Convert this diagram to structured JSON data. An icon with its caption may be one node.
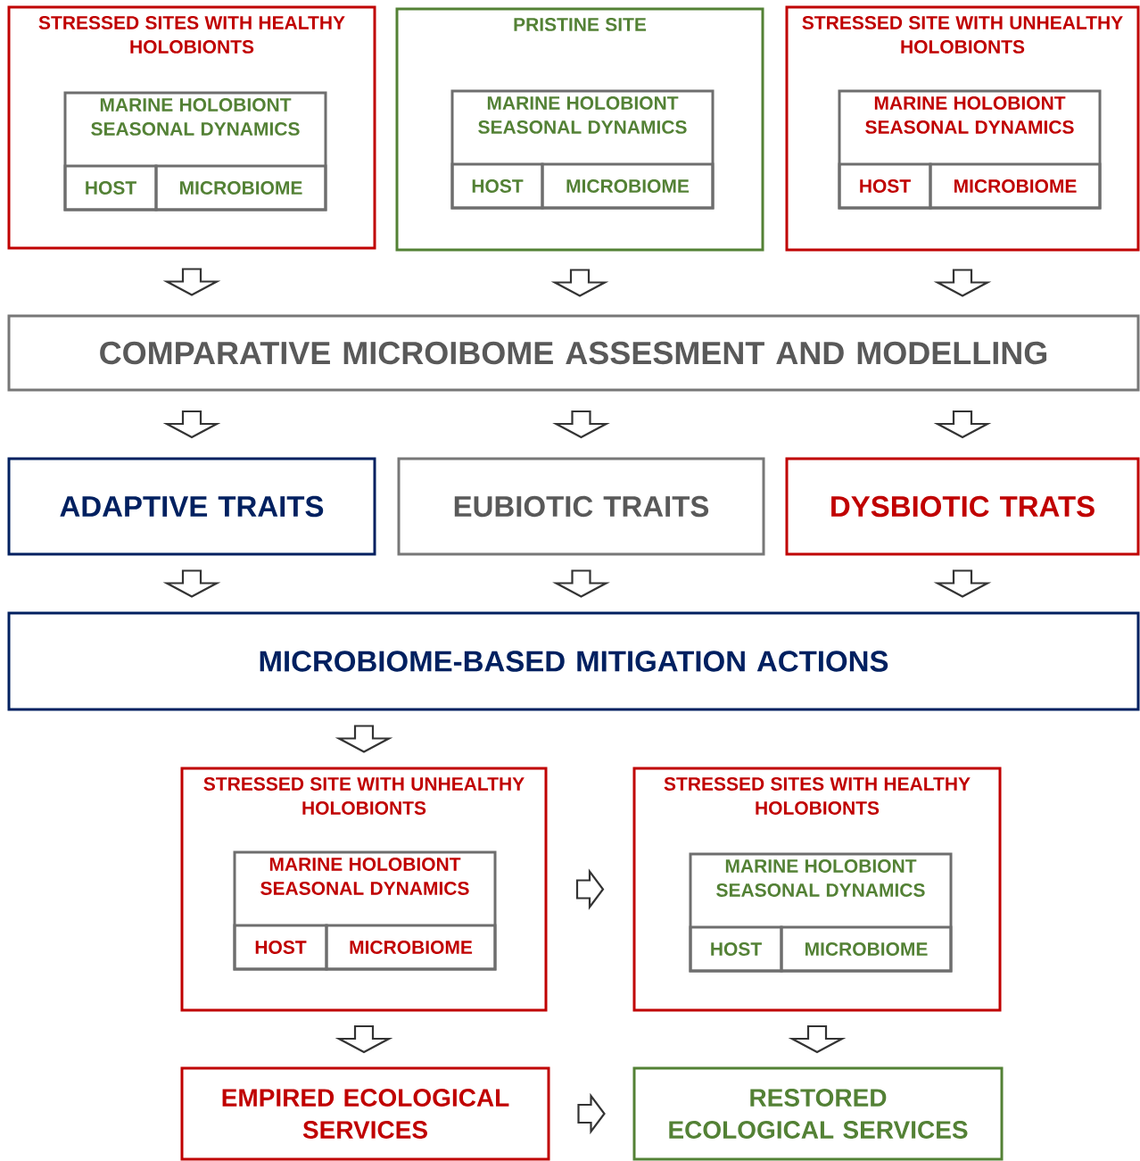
{
  "diagram": {
    "nodes": [
      {
        "text": [
          "STRESSED SITES WITH HEALTHY HOLOBIONTS"
        ]
      },
      {
        "text": [
          "MARINE HOLOBIONT SEASONAL DYNAMICS"
        ],
        "in": 0
      },
      {
        "text": [
          "HOST"
        ],
        "in": 1
      },
      {
        "text": [
          "MICROBIOME"
        ],
        "in": 1
      },
      {
        "text": [
          "PRISTINE SITE"
        ]
      },
      {
        "text": [
          "MARINE HOLOBIONT SEASONAL DYNAMICS"
        ],
        "in": 4
      },
      {
        "text": [
          "HOST"
        ],
        "in": 5
      },
      {
        "text": [
          "MICROBIOME"
        ],
        "in": 5
      },
      {
        "text": [
          "STRESSED SITE WITH UNHEALTHY HOLOBIONTS"
        ]
      },
      {
        "text": [
          "MARINE HOLOBIONT SEASONAL DYNAMICS"
        ],
        "in": 8
      },
      {
        "text": [
          "HOST"
        ],
        "in": 9
      },
      {
        "text": [
          "MICROBIOME"
        ],
        "in": 9
      },
      {
        "text": [
          "COMPARATIVE MICROIBOME ASSESMENT AND MODELLING"
        ]
      },
      {
        "text": [
          "ADAPTIVE TRAITS"
        ]
      },
      {
        "text": [
          "EUBIOTIC TRAITS"
        ]
      },
      {
        "text": [
          "DYSBIOTIC TRATS"
        ]
      },
      {
        "text": [
          "MICROBIOME-BASED MITIGATION ACTIONS"
        ]
      },
      {
        "text": [
          "STRESSED SITE WITH UNHEALTHY HOLOBIONTS"
        ]
      },
      {
        "text": [
          "MARINE HOLOBIONT SEASONAL DYNAMICS"
        ],
        "in": 17
      },
      {
        "text": [
          "HOST"
        ],
        "in": 18
      },
      {
        "text": [
          "MICROBIOME"
        ],
        "in": 18
      },
      {
        "text": [
          "STRESSED SITES WITH HEALTHY HOLOBIONTS"
        ]
      },
      {
        "text": [
          "MARINE HOLOBIONT SEASONAL DYNAMICS"
        ],
        "in": 21
      },
      {
        "text": [
          "HOST"
        ],
        "in": 22
      },
      {
        "text": [
          "MICROBIOME"
        ],
        "in": 22
      },
      {
        "text": [
          "EMPIRED ECOLOGICAL SERVICES"
        ]
      },
      {
        "text": [
          "RESTORED ECOLOGICAL SERVICES"
        ]
      }
    ],
    "edges": [
      {
        "from": 0,
        "to": 12,
        "arrow": "to"
      },
      {
        "from": 4,
        "to": 12,
        "arrow": "to"
      },
      {
        "from": 8,
        "to": 12,
        "arrow": "to"
      },
      {
        "from": 12,
        "to": 13,
        "arrow": "to"
      },
      {
        "from": 12,
        "to": 14,
        "arrow": "to"
      },
      {
        "from": 12,
        "to": 15,
        "arrow": "to"
      },
      {
        "from": 13,
        "to": 16,
        "arrow": "to"
      },
      {
        "from": 14,
        "to": 16,
        "arrow": "to"
      },
      {
        "from": 15,
        "to": 16,
        "arrow": "to"
      },
      {
        "from": 16,
        "to": 17,
        "arrow": "to"
      },
      {
        "from": 17,
        "to": 21,
        "arrow": "to"
      },
      {
        "from": 17,
        "to": 25,
        "arrow": "to"
      },
      {
        "from": 21,
        "to": 26,
        "arrow": "to"
      },
      {
        "from": 25,
        "to": 26,
        "arrow": "to"
      }
    ]
  }
}
